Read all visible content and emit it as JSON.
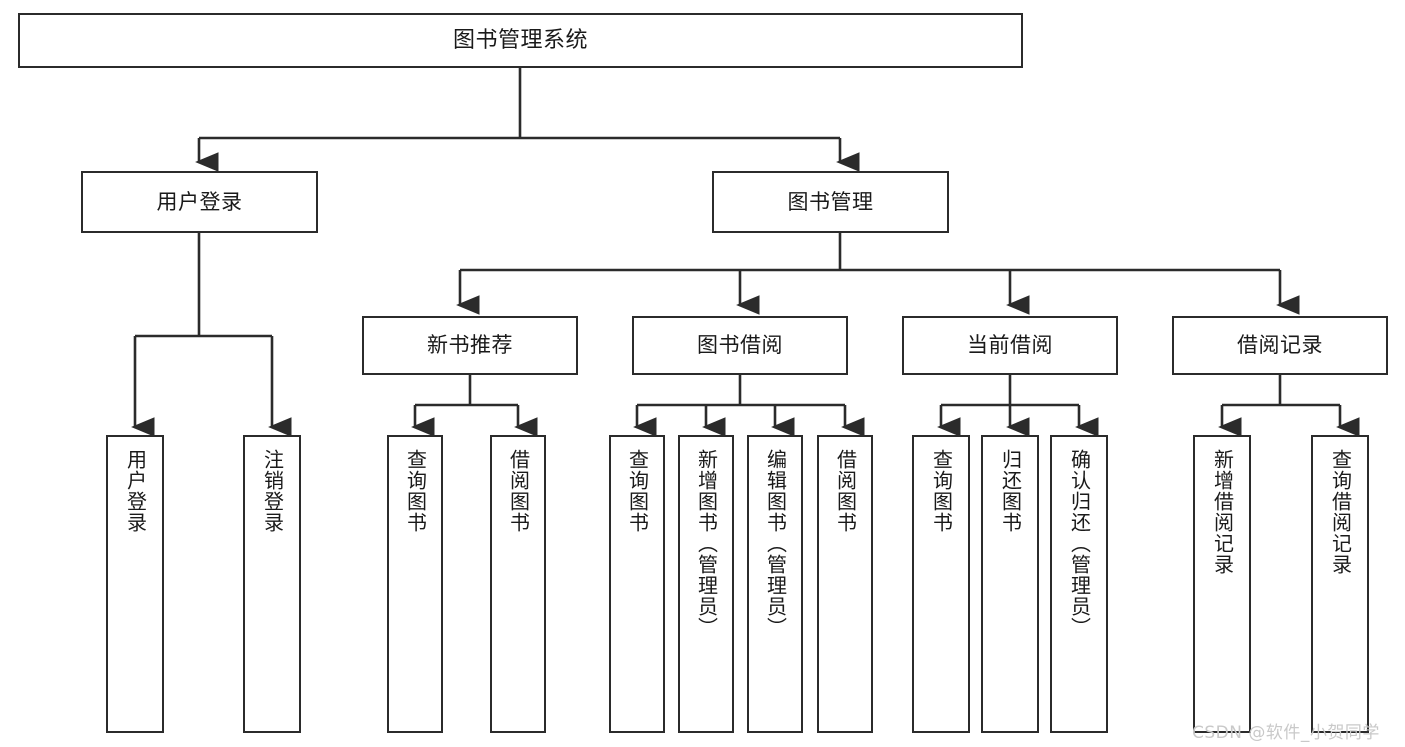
{
  "diagram": {
    "type": "tree-hierarchy-chart",
    "title": "图书管理系统",
    "orientation": "top-down",
    "colors": {
      "box_border": "#2b2b2b",
      "box_fill": "#ffffff",
      "connector": "#2b2b2b",
      "background": "#ffffff",
      "watermark": "#c9c9c9"
    }
  },
  "root": {
    "label": "图书管理系统"
  },
  "level2": [
    {
      "label": "用户登录"
    },
    {
      "label": "图书管理"
    }
  ],
  "level3": [
    {
      "label": "新书推荐"
    },
    {
      "label": "图书借阅"
    },
    {
      "label": "当前借阅"
    },
    {
      "label": "借阅记录"
    }
  ],
  "leaves": {
    "user_login": [
      {
        "label": "用户登录"
      },
      {
        "label": "注销登录"
      }
    ],
    "new_book": [
      {
        "label": "查询图书"
      },
      {
        "label": "借阅图书"
      }
    ],
    "book_borrow": [
      {
        "label": "查询图书"
      },
      {
        "label": "新增图书（管理员）"
      },
      {
        "label": "编辑图书（管理员）"
      },
      {
        "label": "借阅图书"
      }
    ],
    "current_borrow": [
      {
        "label": "查询图书"
      },
      {
        "label": "归还图书"
      },
      {
        "label": "确认归还（管理员）"
      }
    ],
    "borrow_record": [
      {
        "label": "新增借阅记录"
      },
      {
        "label": "查询借阅记录"
      }
    ]
  },
  "watermark": {
    "text": "CSDN @软件_小贺同学"
  }
}
